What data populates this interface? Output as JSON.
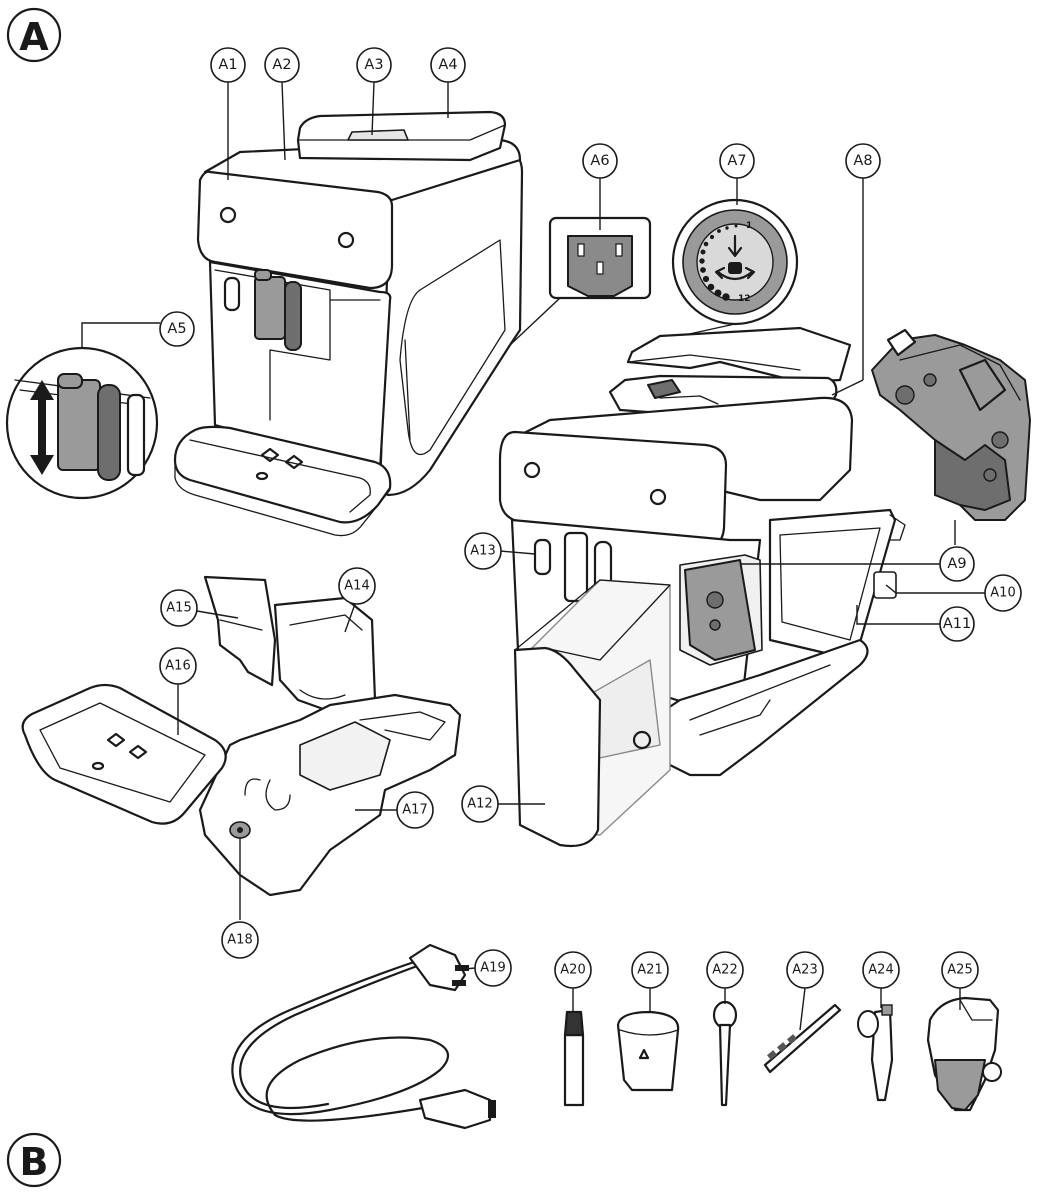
{
  "section_labels": {
    "a": "A",
    "b": "B"
  },
  "callouts": {
    "A1": "A1",
    "A2": "A2",
    "A3": "A3",
    "A4": "A4",
    "A5": "A5",
    "A6": "A6",
    "A7": "A7",
    "A8": "A8",
    "A9": "A9",
    "A10": "A10",
    "A11": "A11",
    "A12": "A12",
    "A13": "A13",
    "A14": "A14",
    "A15": "A15",
    "A16": "A16",
    "A17": "A17",
    "A18": "A18",
    "A19": "A19",
    "A20": "A20",
    "A21": "A21",
    "A22": "A22",
    "A23": "A23",
    "A24": "A24",
    "A25": "A25"
  },
  "dial": {
    "top_mark": "1",
    "bottom_mark": "12"
  }
}
